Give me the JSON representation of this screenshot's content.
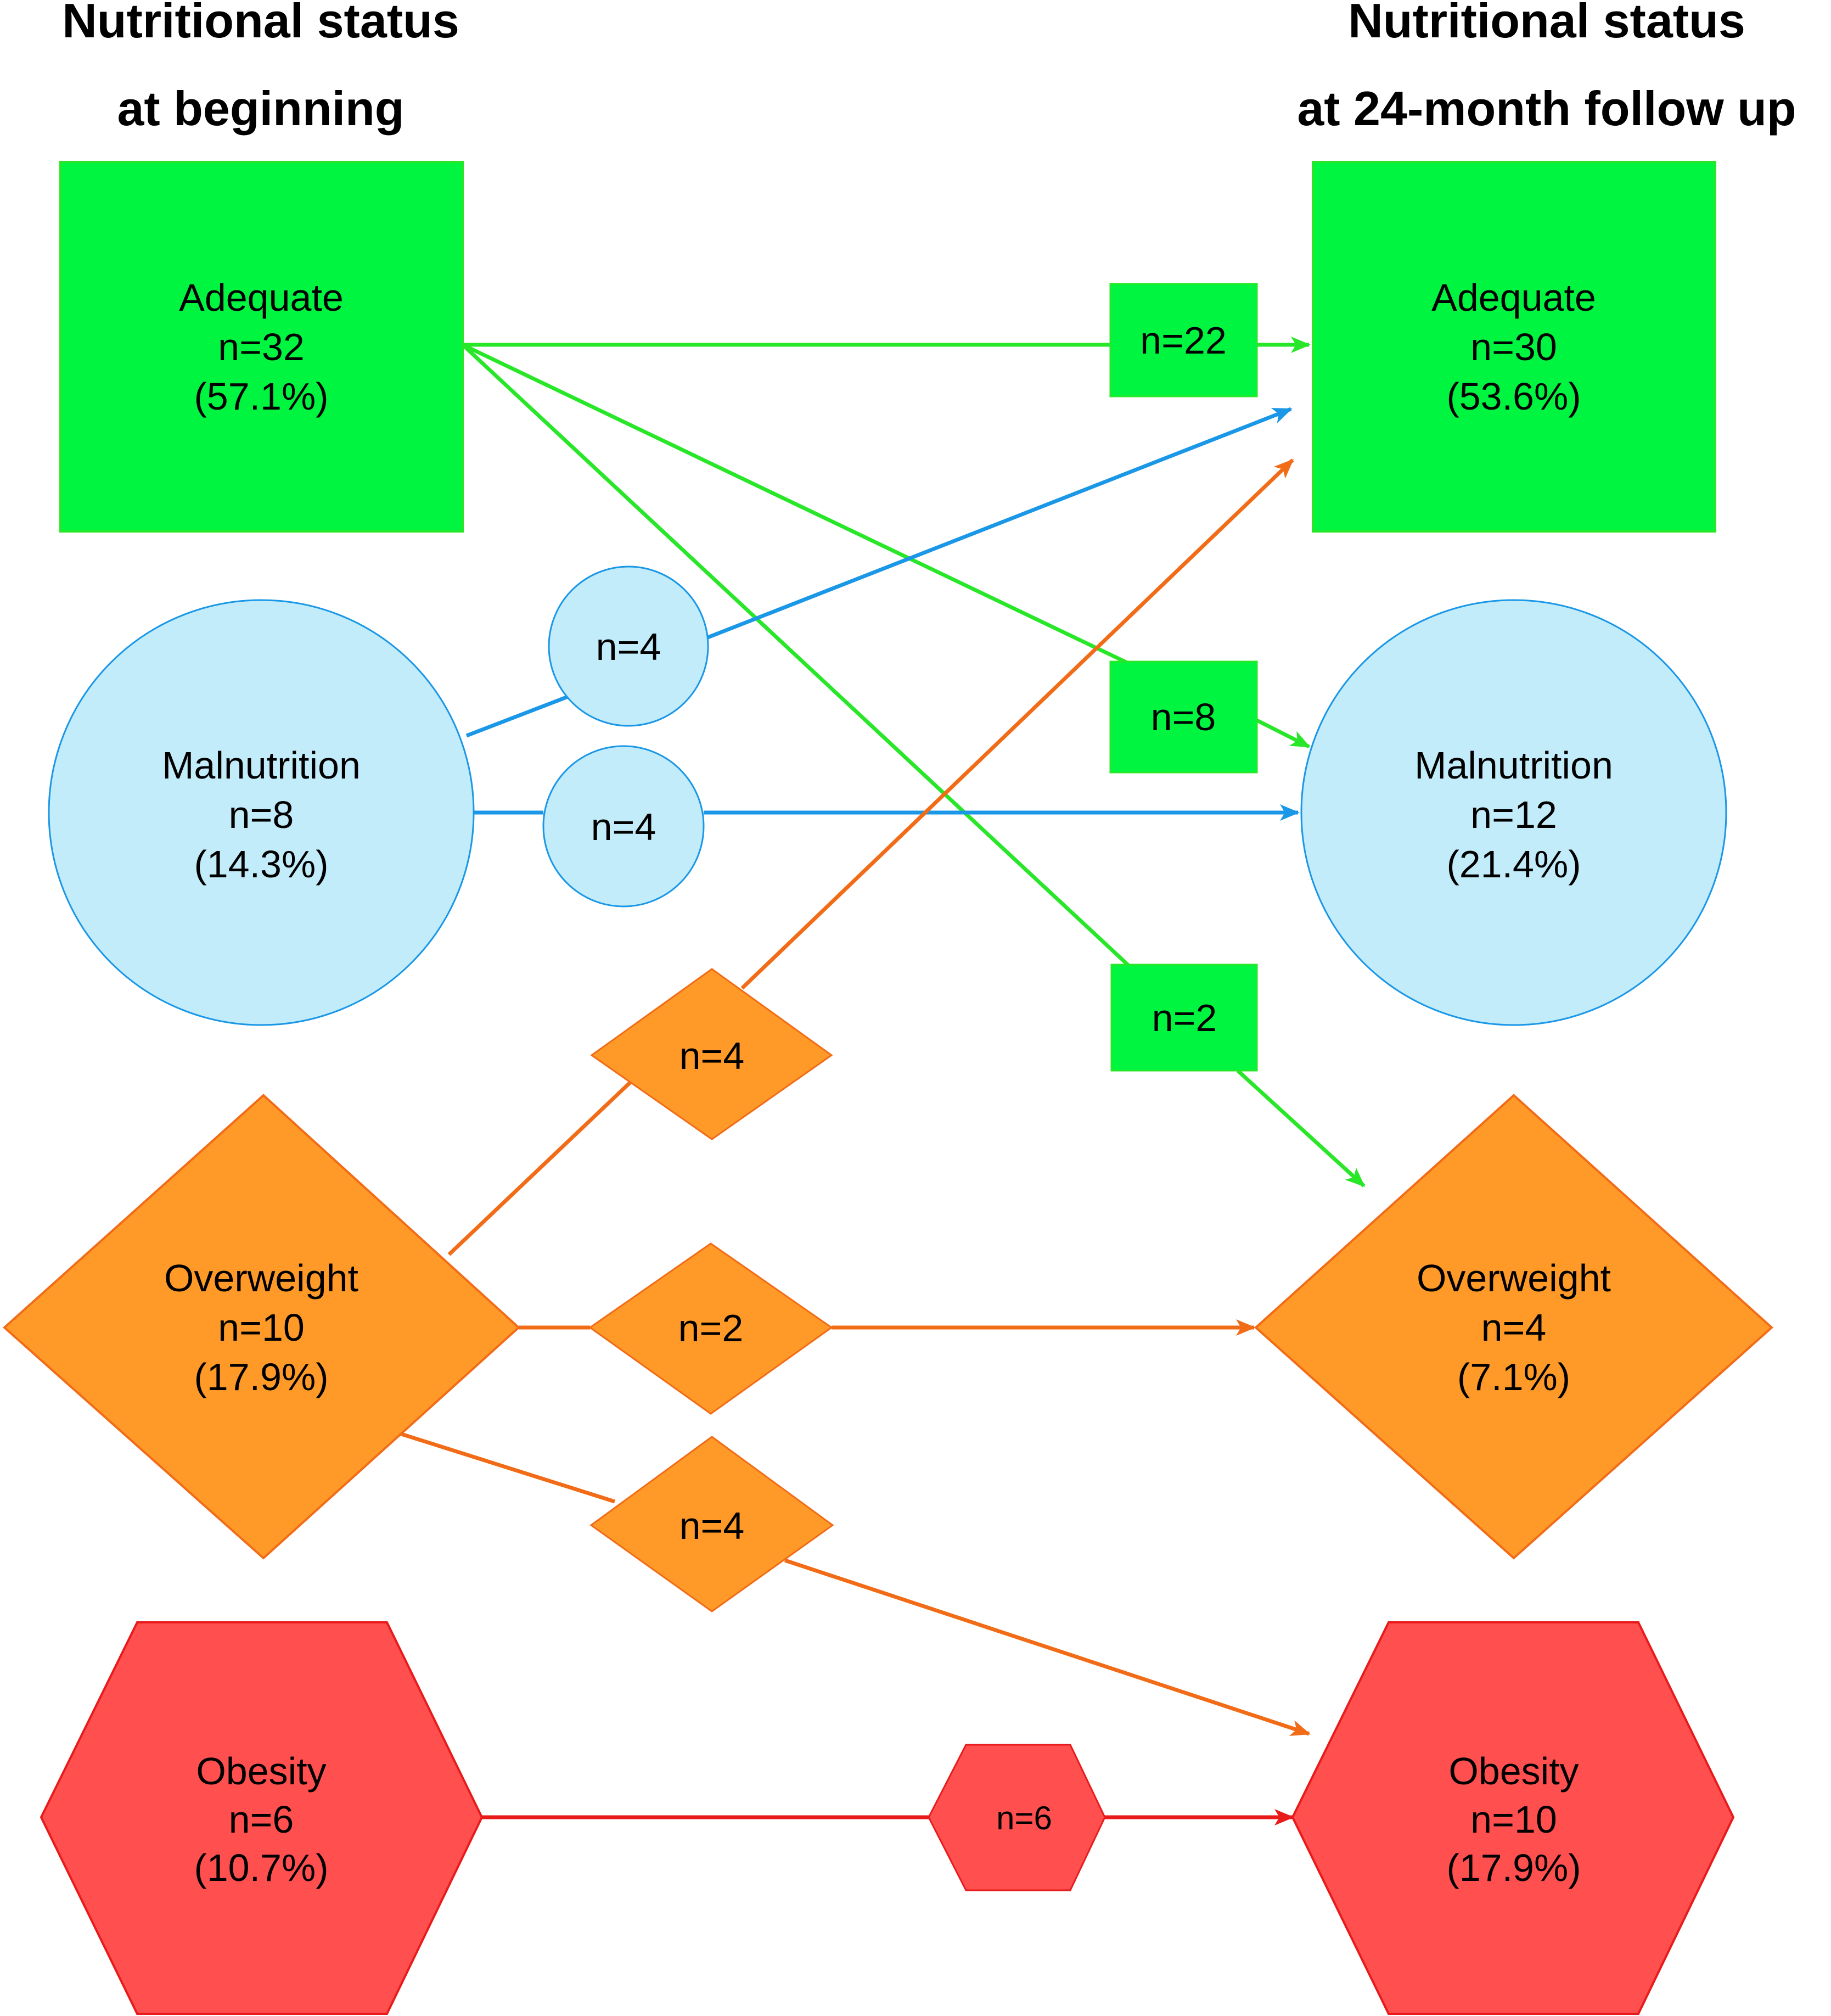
{
  "headers": {
    "left_line1": "Nutritional status",
    "left_line2": "at beginning",
    "right_line1": "Nutritional status",
    "right_line2": "at 24-month follow up"
  },
  "colors": {
    "adequate": "#00f540",
    "adequate_edge": "#28e628",
    "malnutrition": "#c2ecfa",
    "malnutrition_edge": "#1a97e6",
    "overweight": "#ff9a28",
    "overweight_edge": "#f26b16",
    "obesity": "#ff4f4f",
    "obesity_edge": "#e81a1a"
  },
  "start": {
    "adequate": {
      "name": "Adequate",
      "n": "n=32",
      "pct": "(57.1%)"
    },
    "malnutrition": {
      "name": "Malnutrition",
      "n": "n=8",
      "pct": "(14.3%)"
    },
    "overweight": {
      "name": "Overweight",
      "n": "n=10",
      "pct": "(17.9%)"
    },
    "obesity": {
      "name": "Obesity",
      "n": "n=6",
      "pct": "(10.7%)"
    }
  },
  "end": {
    "adequate": {
      "name": "Adequate",
      "n": "n=30",
      "pct": "(53.6%)"
    },
    "malnutrition": {
      "name": "Malnutrition",
      "n": "n=12",
      "pct": "(21.4%)"
    },
    "overweight": {
      "name": "Overweight",
      "n": "n=4",
      "pct": "(7.1%)"
    },
    "obesity": {
      "name": "Obesity",
      "n": "n=10",
      "pct": "(17.9%)"
    }
  },
  "flows": {
    "adequate_to_adequate": "n=22",
    "adequate_to_malnutrition": "n=8",
    "adequate_to_overweight": "n=2",
    "malnutrition_to_adequate": "n=4",
    "malnutrition_to_malnutrition": "n=4",
    "overweight_to_adequate": "n=4",
    "overweight_to_overweight": "n=2",
    "overweight_to_obesity": "n=4",
    "obesity_to_obesity": "n=6"
  }
}
